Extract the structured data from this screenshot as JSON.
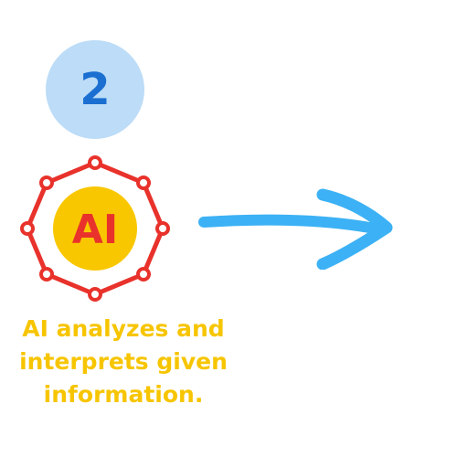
{
  "step": {
    "number": "2"
  },
  "ai_icon": {
    "label": "AI",
    "icon": "ai-chip-network-icon"
  },
  "arrow": {
    "icon": "right-arrow-icon"
  },
  "caption": {
    "lines": [
      "AI analyzes and",
      "interprets given",
      "information."
    ]
  },
  "colors": {
    "badge_bg": "#bcdcf7",
    "badge_text": "#1b6fd1",
    "network_red": "#e8322b",
    "ai_circle": "#f9c700",
    "arrow_blue": "#3cb1f5",
    "caption_yellow": "#f7c500"
  }
}
